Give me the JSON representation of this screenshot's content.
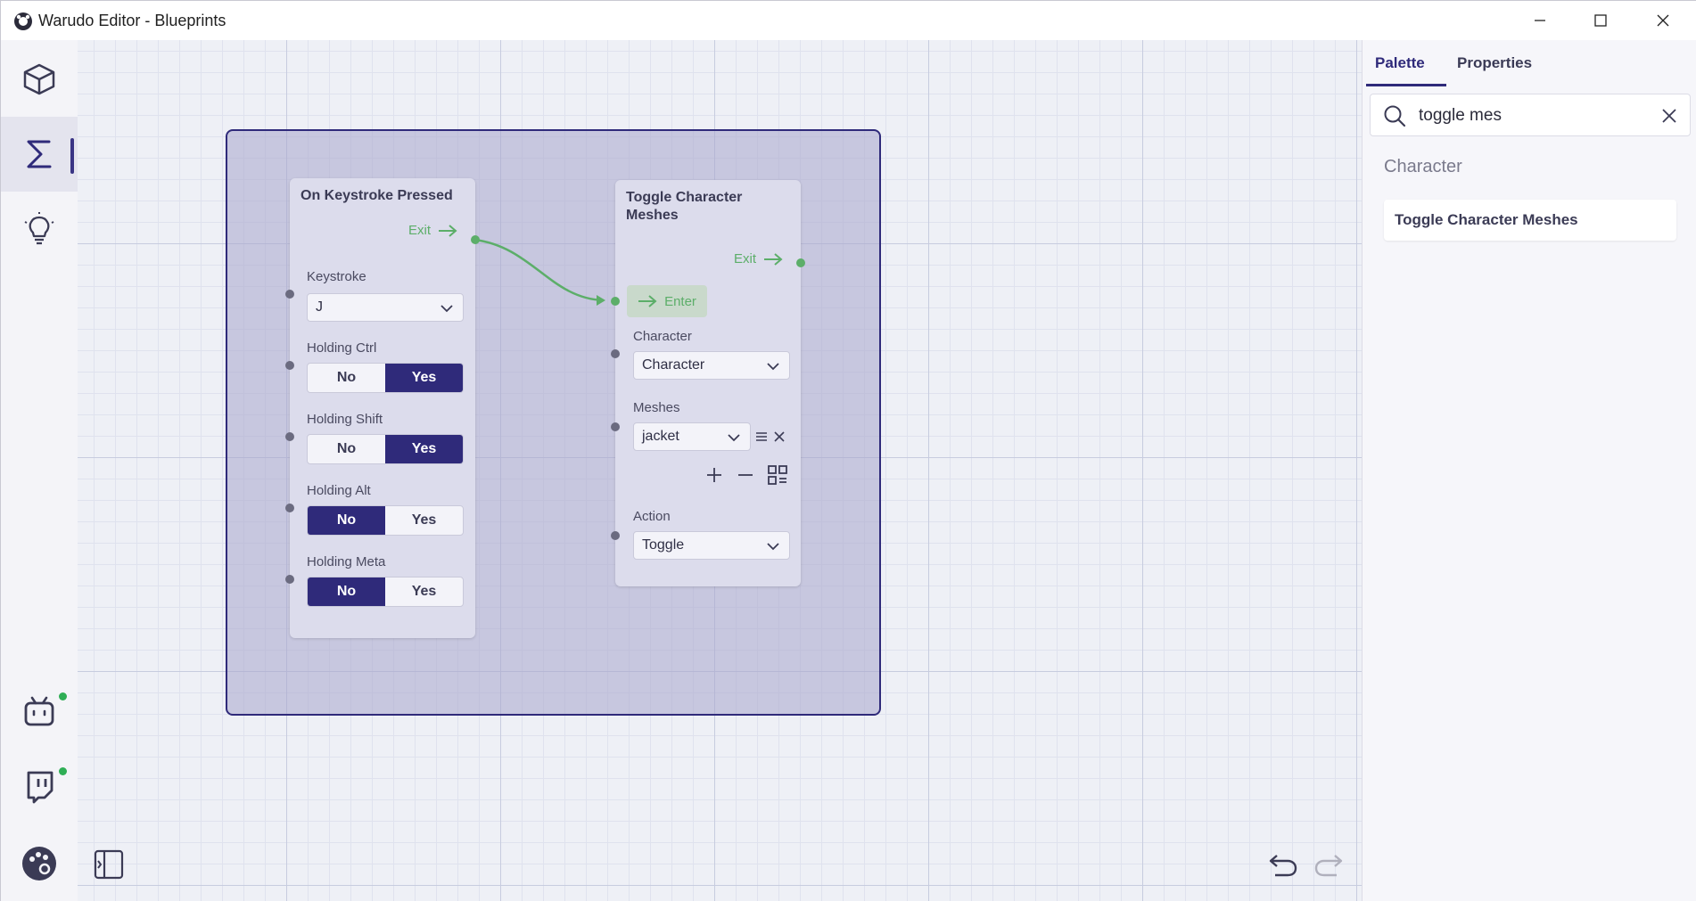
{
  "window": {
    "title": "Warudo Editor - Blueprints"
  },
  "nodes": {
    "keystroke": {
      "title": "On Keystroke Pressed",
      "exit_label": "Exit",
      "keystroke_label": "Keystroke",
      "keystroke_value": "J",
      "ctrl_label": "Holding Ctrl",
      "shift_label": "Holding Shift",
      "alt_label": "Holding Alt",
      "meta_label": "Holding Meta",
      "no": "No",
      "yes": "Yes"
    },
    "toggle_meshes": {
      "title_line1": "Toggle Character",
      "title_line2": "Meshes",
      "exit_label": "Exit",
      "enter_label": "Enter",
      "character_label": "Character",
      "character_value": "Character",
      "meshes_label": "Meshes",
      "mesh_value": "jacket",
      "action_label": "Action",
      "action_value": "Toggle"
    }
  },
  "panel": {
    "tabs": [
      {
        "label": "Palette"
      },
      {
        "label": "Properties"
      }
    ],
    "search_value": "toggle mes",
    "section": "Character",
    "results": [
      {
        "label": "Toggle Character Meshes"
      }
    ]
  },
  "colors": {
    "accent": "#2f2a7a",
    "flow_green": "#5cae69",
    "status_green": "#2fae55"
  }
}
